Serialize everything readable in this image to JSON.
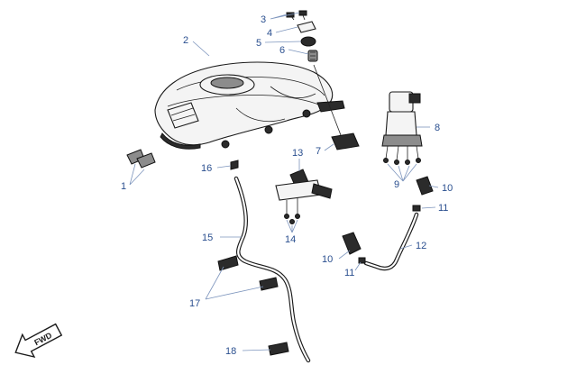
{
  "diagram": {
    "callouts": [
      {
        "id": "c1",
        "text": "1"
      },
      {
        "id": "c2",
        "text": "2"
      },
      {
        "id": "c3",
        "text": "3"
      },
      {
        "id": "c4",
        "text": "4"
      },
      {
        "id": "c5",
        "text": "5"
      },
      {
        "id": "c6",
        "text": "6"
      },
      {
        "id": "c7",
        "text": "7"
      },
      {
        "id": "c8",
        "text": "8"
      },
      {
        "id": "c9",
        "text": "9"
      },
      {
        "id": "c10a",
        "text": "10"
      },
      {
        "id": "c10b",
        "text": "10"
      },
      {
        "id": "c11a",
        "text": "11"
      },
      {
        "id": "c11b",
        "text": "11"
      },
      {
        "id": "c12",
        "text": "12"
      },
      {
        "id": "c13",
        "text": "13"
      },
      {
        "id": "c14",
        "text": "14"
      },
      {
        "id": "c15",
        "text": "15"
      },
      {
        "id": "c16",
        "text": "16"
      },
      {
        "id": "c17",
        "text": "17"
      },
      {
        "id": "c18",
        "text": "18"
      }
    ],
    "direction_badge": {
      "icon": "front-arrow-icon",
      "text": "FWD"
    },
    "colors": {
      "callout": "#2a4f8f",
      "leader": "#7d95bd",
      "outline": "#1a1a1a"
    }
  }
}
